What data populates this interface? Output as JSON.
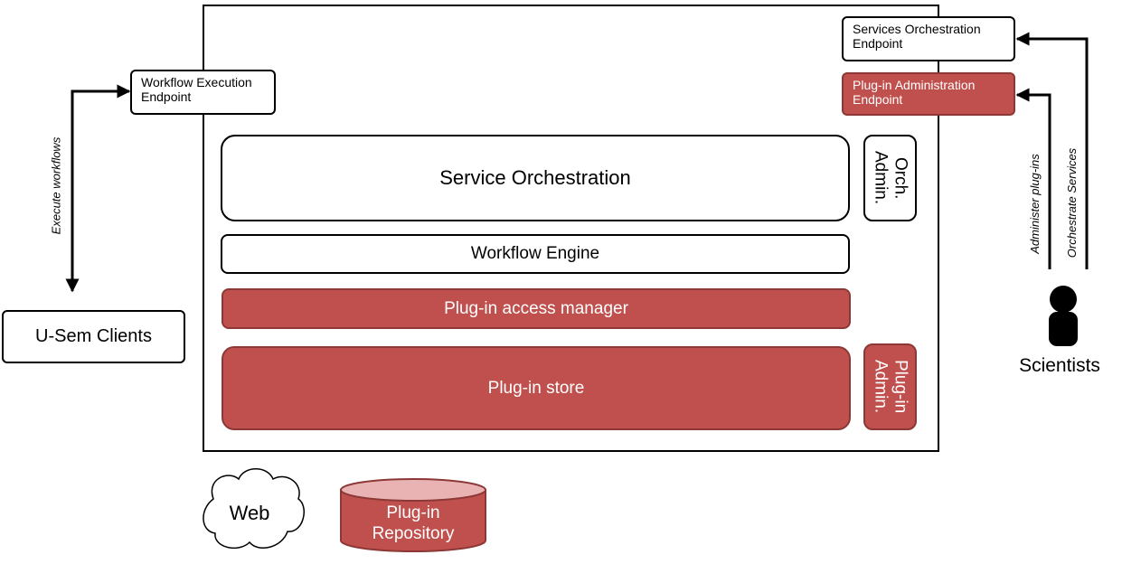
{
  "endpoints": {
    "workflow_execution": [
      "Workflow Execution",
      "Endpoint"
    ],
    "services_orchestration": [
      "Services Orchestration",
      "Endpoint"
    ],
    "plugin_administration": [
      "Plug-in Administration",
      "Endpoint"
    ]
  },
  "layers": {
    "service_orchestration": "Service Orchestration",
    "workflow_engine": "Workflow Engine",
    "plugin_access_manager": "Plug-in access manager",
    "plugin_store": "Plug-in store"
  },
  "side_boxes": {
    "orch_admin": [
      "Orch.",
      "Admin."
    ],
    "plugin_admin": [
      "Plug-in",
      "Admin."
    ]
  },
  "clients": "U-Sem Clients",
  "actor": "Scientists",
  "arrows": {
    "execute_workflows": "Execute workflows",
    "administer_plugins": "Administer plug-ins",
    "orchestrate_services": "Orchestrate Services"
  },
  "web": "Web",
  "repository": [
    "Plug-in",
    "Repository"
  ],
  "colors": {
    "accent_red": "#c0504d",
    "red_border": "#8c3836"
  }
}
